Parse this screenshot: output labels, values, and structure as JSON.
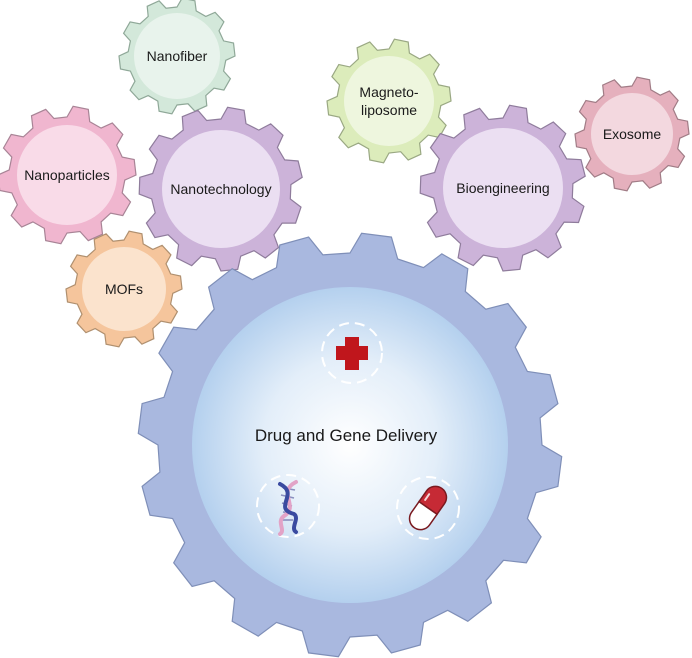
{
  "center": {
    "label": "Drug and Gene Delivery",
    "icons": [
      "medical-cross-icon",
      "dna-helix-icon",
      "capsule-pill-icon"
    ]
  },
  "gears": [
    {
      "id": "nanofiber",
      "label": [
        "Nanofiber"
      ],
      "color": "#d3e8da",
      "stroke": "#8fa898",
      "inner": "#e8f3ec"
    },
    {
      "id": "nanoparticles",
      "label": [
        "Nanoparticles"
      ],
      "color": "#f0b6cf",
      "stroke": "#a88496",
      "inner": "#f9dbe8"
    },
    {
      "id": "nanotechnology",
      "label": [
        "Nanotechnology"
      ],
      "color": "#ccb3d9",
      "stroke": "#8f7c9c",
      "inner": "#ebdff2"
    },
    {
      "id": "mofs",
      "label": [
        "MOFs"
      ],
      "color": "#f5c59c",
      "stroke": "#b0906f",
      "inner": "#fbe3cd"
    },
    {
      "id": "magnetoliposome",
      "label": [
        "Magneto-",
        "liposome"
      ],
      "color": "#dcecbb",
      "stroke": "#9aa883",
      "inner": "#eef6de"
    },
    {
      "id": "bioengineering",
      "label": [
        "Bioengineering"
      ],
      "color": "#ccb3d9",
      "stroke": "#8f7c9c",
      "inner": "#ebdff2"
    },
    {
      "id": "exosome",
      "label": [
        "Exosome"
      ],
      "color": "#e5b0bd",
      "stroke": "#a17c86",
      "inner": "#f3d8df"
    }
  ],
  "colors": {
    "big_gear": "#a9b8df",
    "big_gear_stroke": "#7f8fb8",
    "big_inner_center": "#ffffff",
    "big_inner_edge": "#b4d0ee",
    "cross": "#c0161c",
    "dna_a": "#3a4aa0",
    "dna_b": "#e2a3c7",
    "pill_red": "#c62a35"
  }
}
